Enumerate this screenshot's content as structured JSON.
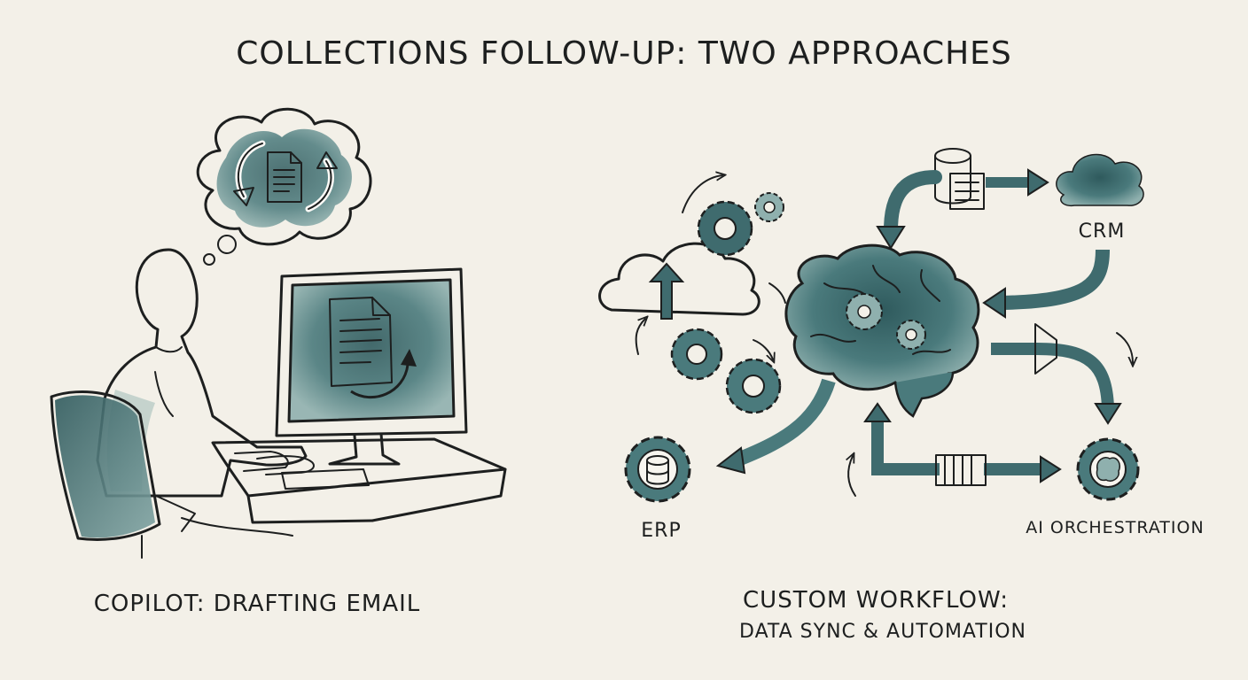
{
  "title": "COLLECTIONS FOLLOW-UP: TWO APPROACHES",
  "left_panel": {
    "caption": "COPILOT: DRAFTING EMAIL"
  },
  "right_panel": {
    "caption_line1": "CUSTOM WORKFLOW:",
    "caption_line2": "DATA SYNC & AUTOMATION",
    "nodes": {
      "crm": "CRM",
      "erp": "ERP",
      "ai": "AI ORCHESTRATION"
    }
  },
  "colors": {
    "paper": "#f3f0e8",
    "ink": "#1d1f1f",
    "wash": "#3f6b6e",
    "wash_light": "#8fb0ae"
  },
  "icons": [
    "person-icon",
    "thought-cloud-icon",
    "document-icon",
    "refresh-arrows-icon",
    "monitor-icon",
    "office-chair-icon",
    "keyboard-icon",
    "cloud-icon",
    "gear-icon",
    "brain-icon",
    "database-icon",
    "queue-icon",
    "funnel-icon",
    "arrow-icon"
  ]
}
